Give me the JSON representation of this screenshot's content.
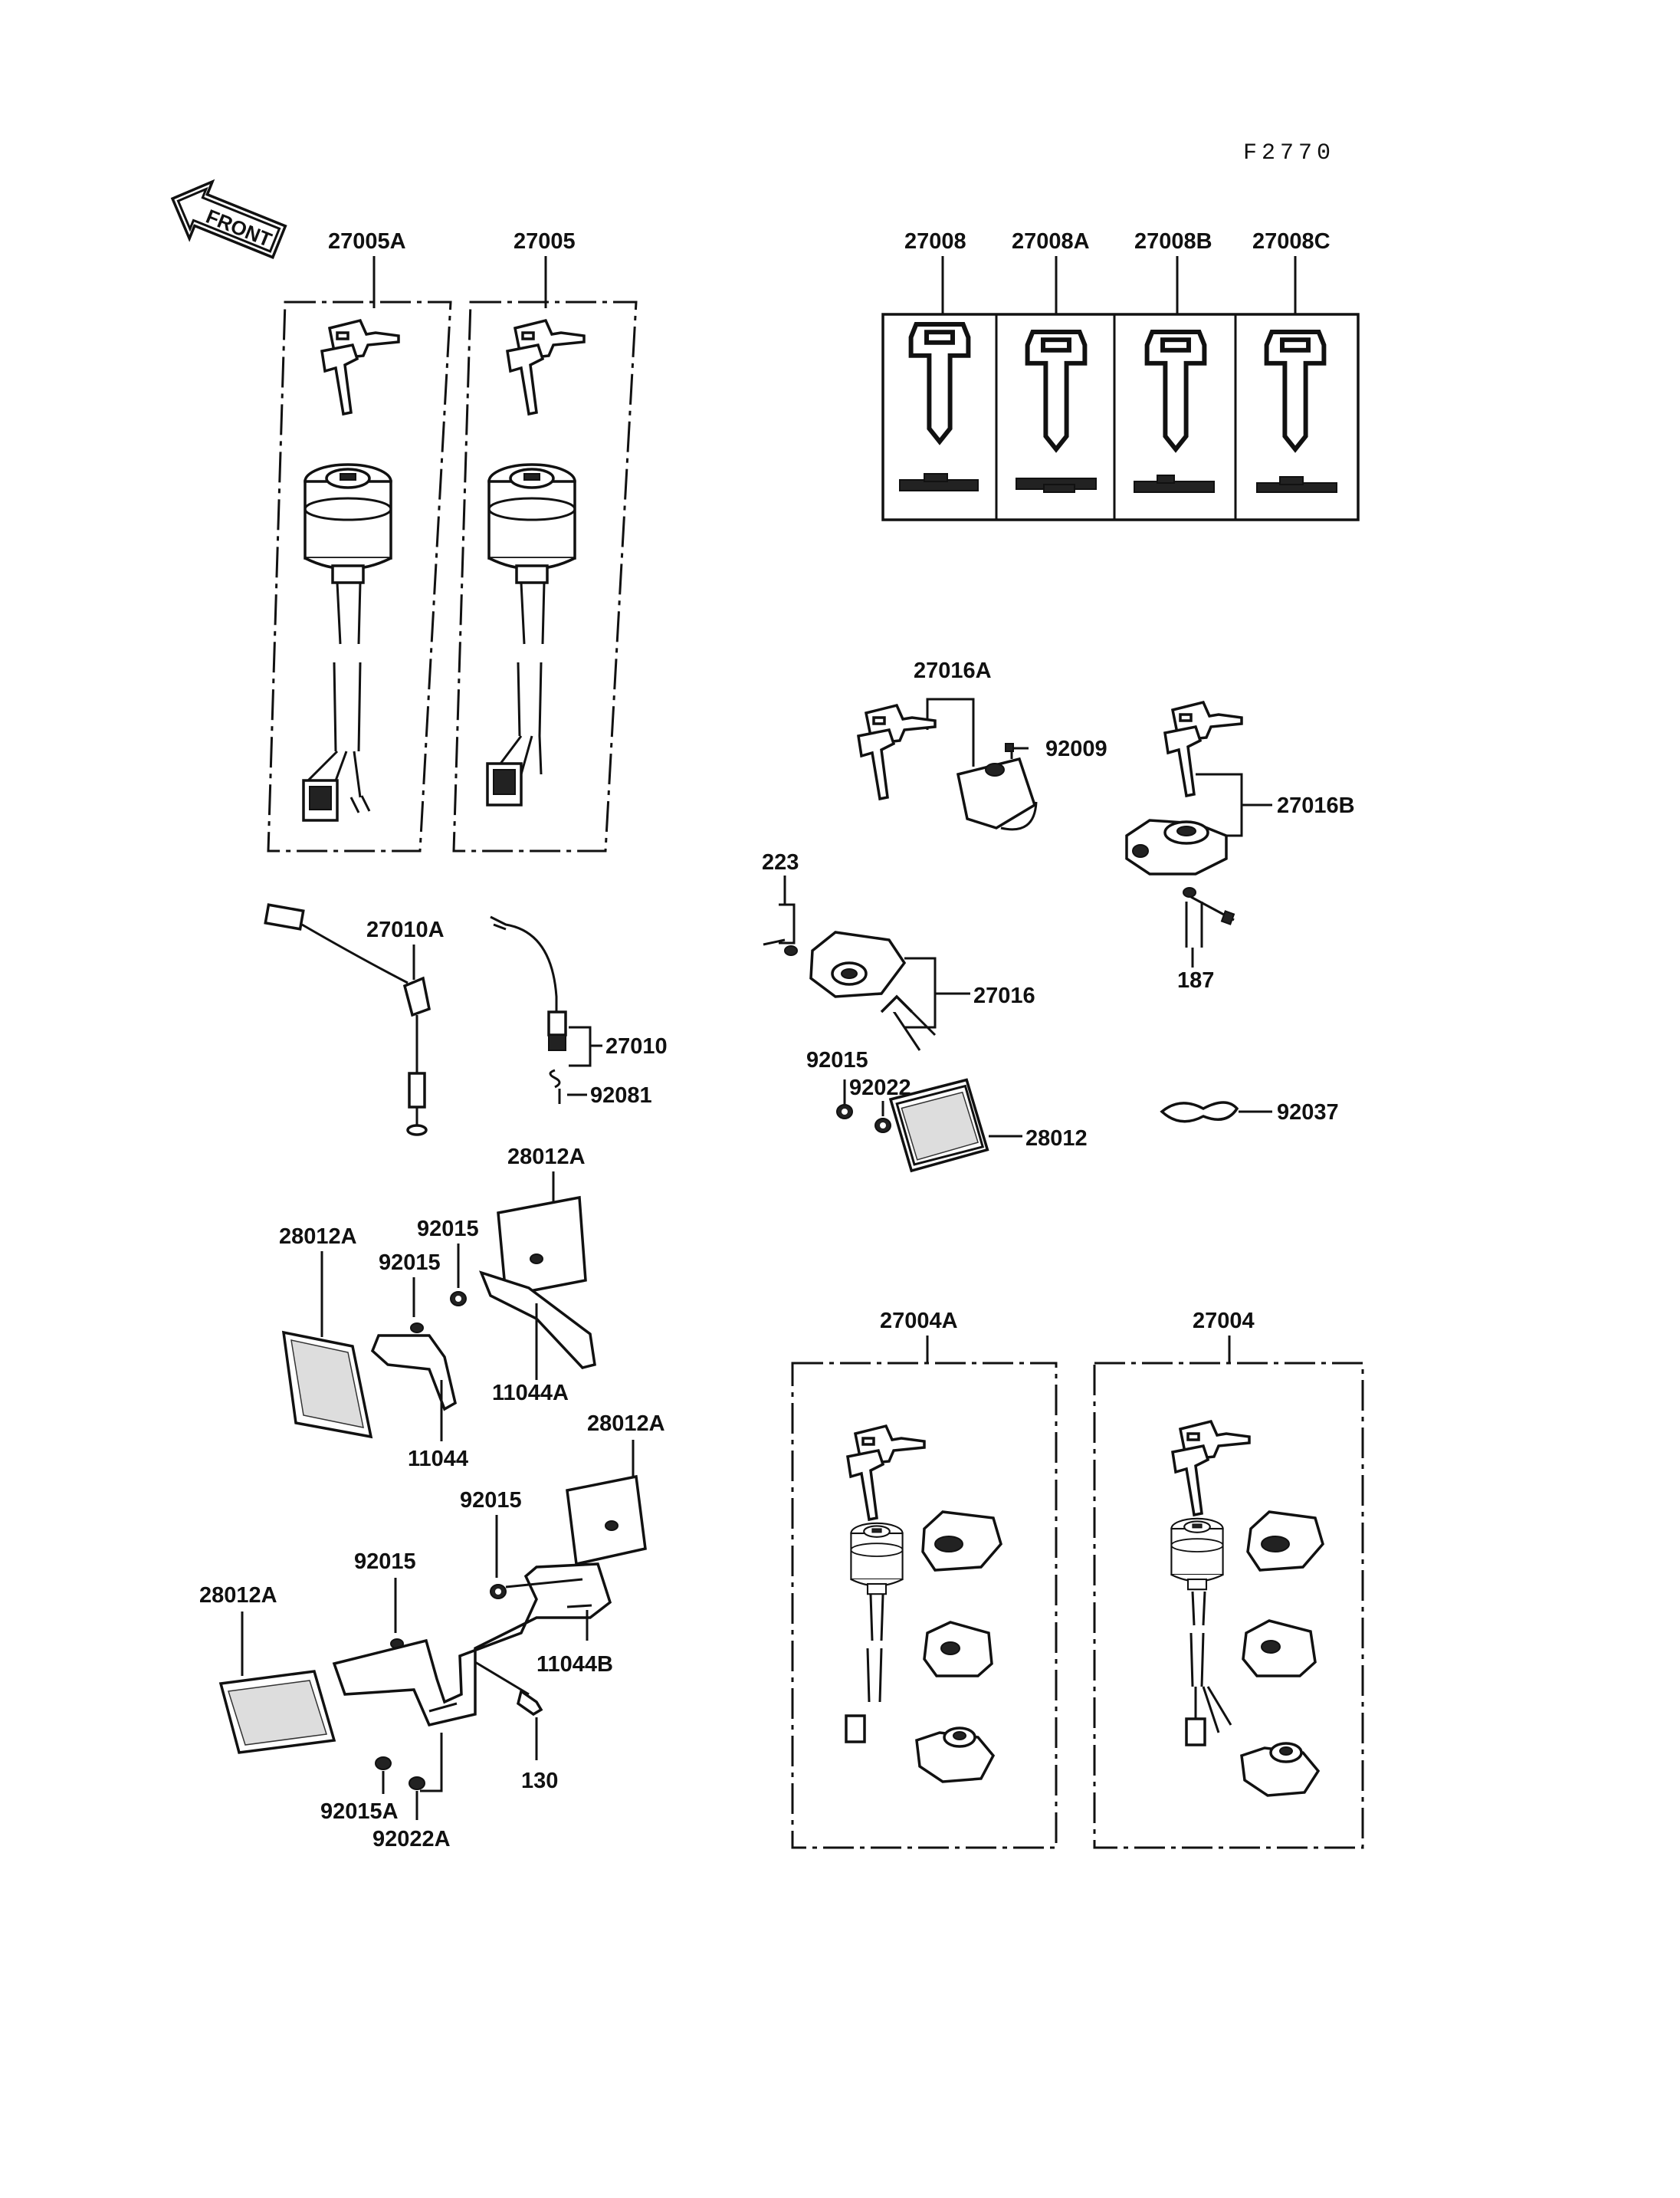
{
  "figure_code": "F2770",
  "front_arrow": "FRONT",
  "labels": {
    "p27005A": "27005A",
    "p27005": "27005",
    "p27008": "27008",
    "p27008A": "27008A",
    "p27008B": "27008B",
    "p27008C": "27008C",
    "p27016A": "27016A",
    "p92009": "92009",
    "p27016B": "27016B",
    "p223": "223",
    "p27016": "27016",
    "p187": "187",
    "p92015_mid": "92015",
    "p92022_mid": "92022",
    "p28012": "28012",
    "p92037": "92037",
    "p27010A": "27010A",
    "p27010": "27010",
    "p92081": "92081",
    "p28012A_1": "28012A",
    "p28012A_2": "28012A",
    "p92015_a": "92015",
    "p92015_b": "92015",
    "p11044A": "11044A",
    "p11044": "11044",
    "p28012A_3": "28012A",
    "p92015_c": "92015",
    "p92015_d": "92015",
    "p28012A_4": "28012A",
    "p11044B": "11044B",
    "p130": "130",
    "p92015A": "92015A",
    "p92022A": "92022A",
    "p27004A": "27004A",
    "p27004": "27004"
  }
}
